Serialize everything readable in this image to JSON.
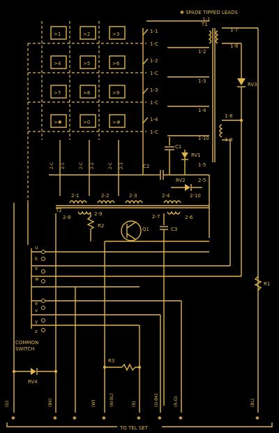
{
  "legend": "✱ SPADE TIPPED LEADS",
  "keys": [
    ">1",
    ">2",
    ">3",
    ">4",
    ">5",
    ">6",
    ">7",
    ">8",
    ">9",
    ">✱",
    ">0",
    ">#"
  ],
  "row_contacts": [
    "1-1",
    "1-C",
    "1-2",
    "1-C",
    "1-3",
    "1-C",
    "1-4",
    "1-C"
  ],
  "transformer_t1": {
    "name": "T1",
    "left_taps": [
      "1-1",
      "1-2",
      "1-3",
      "1-4",
      "1-10",
      "1-5"
    ],
    "right_taps": [
      "1-7",
      "1-6",
      "1-8",
      "1-9"
    ]
  },
  "column_contacts": [
    {
      "a": "2-C",
      "b": "2-1"
    },
    {
      "a": "2-C",
      "b": "2-2"
    },
    {
      "a": "2-C",
      "b": "2-3"
    }
  ],
  "components": {
    "c1": "C1",
    "c2": "C2",
    "c3": "C3",
    "rv1": "RV1",
    "rv2": "RV2",
    "rv3": "RV3",
    "rv4": "RV4",
    "r1": "R1",
    "r2": "R2",
    "r3": "R3",
    "q1": "Q1"
  },
  "transformer_t2": {
    "name": "T2",
    "top_taps": [
      "2-1",
      "2-2",
      "2-3",
      "2-4",
      "2-10",
      "2-5"
    ],
    "bottom_taps": [
      "2-8",
      "2-9",
      "2-7",
      "2-6"
    ]
  },
  "switch_contacts": [
    "u",
    "k",
    "x",
    "w",
    "e",
    "v",
    "y",
    "z"
  ],
  "common_switch": [
    "COMMON",
    "SWITCH"
  ],
  "leads": [
    "(G)",
    "(BK)",
    "(W)",
    "(W-BL)",
    "(R)",
    "(O-BK)",
    "(R-G)",
    "(BL)"
  ],
  "footer": "TO TEL SET"
}
